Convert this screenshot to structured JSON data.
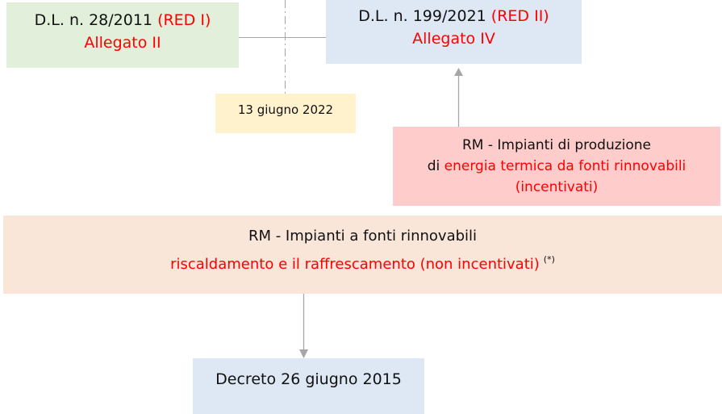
{
  "diagram": {
    "red1": {
      "title": "D.L. n. 28/2011",
      "tag": "(RED I)",
      "annex": "Allegato II",
      "bg": "#e2efda"
    },
    "red2": {
      "title": "D.L. n. 199/2021",
      "tag": "(RED II)",
      "annex": "Allegato IV",
      "bg": "#dde8f4"
    },
    "transition_date": {
      "label": "13 giugno 2022",
      "bg": "#fff2cc"
    },
    "incentivized": {
      "line1": "RM - Impianti di produzione",
      "line2_prefix": "di",
      "line2_red": "energia termica da fonti rinnovabili",
      "line3": "(incentivati)",
      "bg": "#ffcccc"
    },
    "non_incentivized": {
      "line1": "RM - Impianti a fonti rinnovabili",
      "line2_red": "riscaldamento e il raffrescamento (non incentivati)",
      "footnote_mark": "(*)",
      "bg": "#fae5d9"
    },
    "decree": {
      "label": "Decreto 26 giugno 2015",
      "bg": "#dde8f4"
    },
    "colors": {
      "accent_red": "#ff0000",
      "connector": "#a6a6a6"
    }
  }
}
